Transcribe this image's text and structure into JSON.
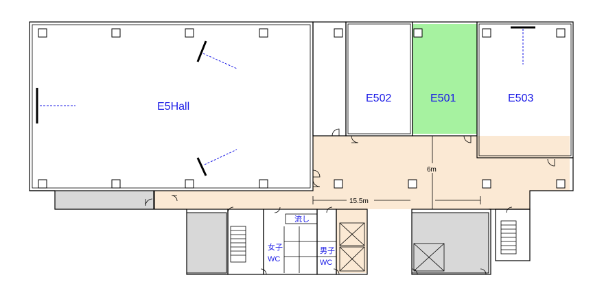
{
  "rooms": {
    "hall": {
      "label": "E5Hall"
    },
    "e502": {
      "label": "E502"
    },
    "e501": {
      "label": "E501",
      "highlight_color": "#a6f2a0"
    },
    "e503": {
      "label": "E503"
    }
  },
  "facilities": {
    "sink": {
      "label": "流し"
    },
    "womens_wc": {
      "line1": "女子",
      "line2": "WC"
    },
    "mens_wc": {
      "line1": "男子",
      "line2": "WC"
    }
  },
  "dimensions": {
    "width": "15.5m",
    "depth": "6m"
  },
  "colors": {
    "corridor": "#fbe9d4",
    "highlight": "#a6f2a0",
    "label": "#1a1ae6",
    "service_area": "#d8d8d8"
  }
}
